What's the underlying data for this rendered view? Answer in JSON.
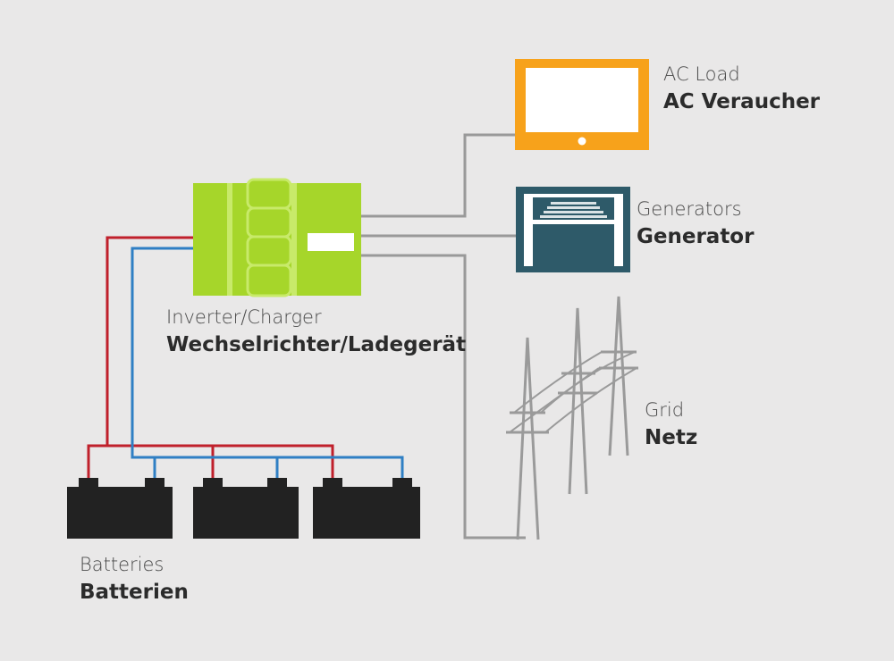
{
  "colors": {
    "background": "#e9e8e8",
    "wire": "#999999",
    "positive": "#c0202b",
    "negative": "#2f7fc4",
    "inverter": "#a6d62a",
    "inverter_border": "#c8ea6a",
    "ac_load": "#f7a21b",
    "generator": "#2e5a69",
    "battery": "#222222",
    "pylon": "#9a9a9a"
  },
  "nodes": {
    "ac_load": {
      "icon": "monitor-icon",
      "label_en": "AC Load",
      "label_de": "AC Veraucher"
    },
    "generator": {
      "icon": "generator-icon",
      "label_en": "Generators",
      "label_de": "Generator"
    },
    "inverter": {
      "icon": "inverter-charger-icon",
      "label_en": "Inverter/Charger",
      "label_de": "Wechselrichter/Ladegerät"
    },
    "grid": {
      "icon": "power-pylon-icon",
      "label_en": "Grid",
      "label_de": "Netz"
    },
    "batteries": {
      "icon": "battery-icon",
      "count": 3,
      "label_en": "Batteries",
      "label_de": "Batterien"
    }
  },
  "edges": [
    {
      "from": "inverter",
      "to": "ac_load",
      "kind": "ac"
    },
    {
      "from": "inverter",
      "to": "generator",
      "kind": "ac"
    },
    {
      "from": "inverter",
      "to": "grid",
      "kind": "ac"
    },
    {
      "from": "inverter",
      "to": "batteries",
      "kind": "dc-positive"
    },
    {
      "from": "inverter",
      "to": "batteries",
      "kind": "dc-negative"
    }
  ]
}
